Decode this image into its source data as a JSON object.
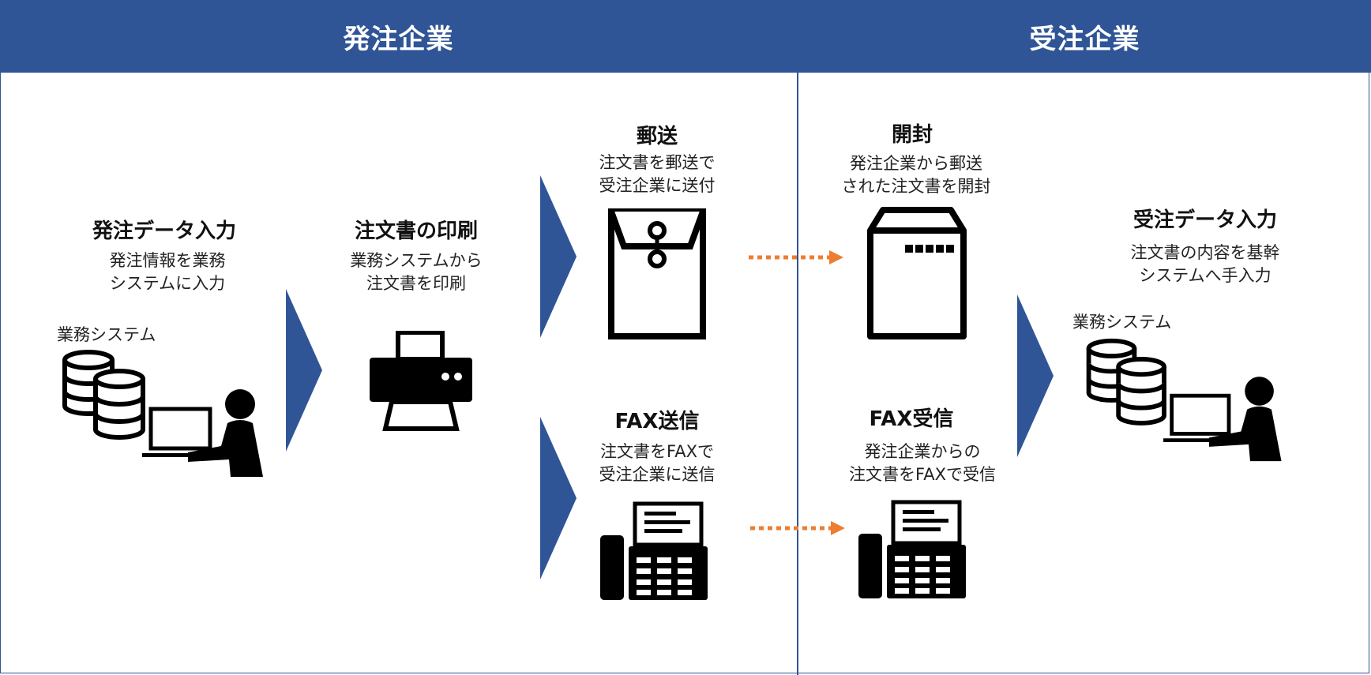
{
  "colors": {
    "header_bg": "#2f5597",
    "chevron": "#2f5597",
    "arrow": "#ed7d31",
    "icon": "#000000"
  },
  "headers": {
    "left": "発注企業",
    "right": "受注企業"
  },
  "steps": {
    "order_input": {
      "title": "発注データ入力",
      "desc_1": "発注情報を業務",
      "desc_2": "システムに入力",
      "system_label": "業務システム",
      "icons": [
        "database-icon",
        "laptop-icon",
        "person-icon"
      ]
    },
    "print": {
      "title": "注文書の印刷",
      "desc_1": "業務システムから",
      "desc_2": "注文書を印刷",
      "icon": "printer-icon"
    },
    "mail": {
      "title": "郵送",
      "desc_1": "注文書を郵送で",
      "desc_2": "受注企業に送付",
      "icon": "envelope-icon"
    },
    "fax_send": {
      "title": "FAX送信",
      "desc_1": "注文書をFAXで",
      "desc_2": "受注企業に送信",
      "icon": "fax-icon"
    },
    "open": {
      "title": "開封",
      "desc_1": "発注企業から郵送",
      "desc_2": "された注文書を開封",
      "icon": "package-icon"
    },
    "fax_receive": {
      "title": "FAX受信",
      "desc_1": "発注企業からの",
      "desc_2": "注文書をFAXで受信",
      "icon": "fax-icon"
    },
    "receive_input": {
      "title": "受注データ入力",
      "desc_1": "注文書の内容を基幹",
      "desc_2": "システムへ手入力",
      "system_label": "業務システム",
      "icons": [
        "database-icon",
        "laptop-icon",
        "person-icon"
      ]
    }
  }
}
